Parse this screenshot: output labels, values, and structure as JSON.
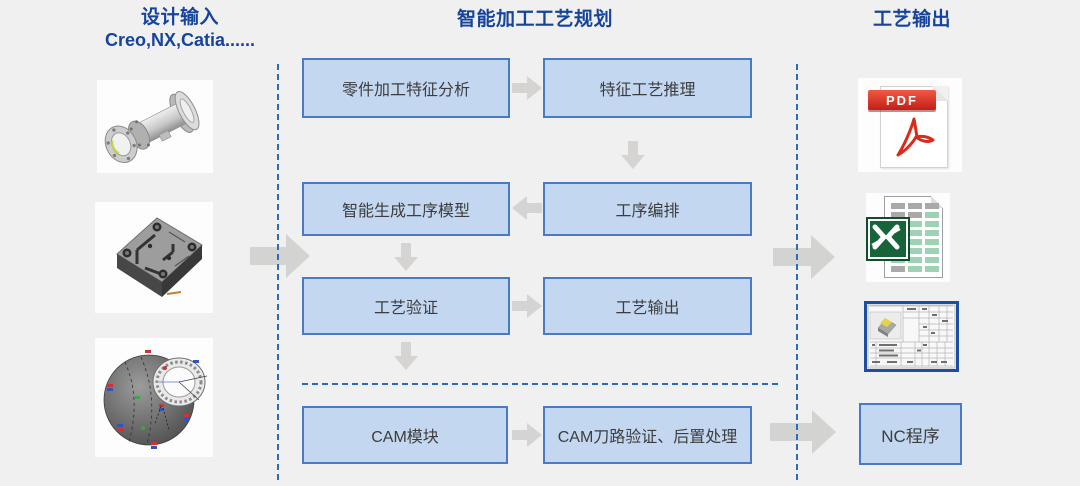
{
  "design_input": {
    "title": "设计输入",
    "subtitle": "Creo,NX,Catia......",
    "images": [
      {
        "name": "flanged-shaft-model"
      },
      {
        "name": "pocketed-plate-model"
      },
      {
        "name": "dome-cabin-model"
      }
    ]
  },
  "planning": {
    "title": "智能加工工艺规划",
    "boxes": [
      {
        "label": "零件加工特征分析"
      },
      {
        "label": "特征工艺推理"
      },
      {
        "label": "智能生成工序模型"
      },
      {
        "label": "工序编排"
      },
      {
        "label": "工艺验证"
      },
      {
        "label": "工艺输出"
      },
      {
        "label": "CAM模块"
      },
      {
        "label": "CAM刀路验证、后置处理"
      }
    ]
  },
  "process_output": {
    "title": "工艺输出",
    "pdf_badge": "PDF",
    "nc_box_label": "NC程序"
  },
  "colors": {
    "background": "#f0f0f0",
    "title_blue": "#17449b",
    "box_fill": "#c3d7f0",
    "box_border": "#4a7ac2",
    "dashed_line": "#2f6cb3",
    "arrow_gray": "#d5d4d2",
    "card_border": "#1d4fa0"
  }
}
